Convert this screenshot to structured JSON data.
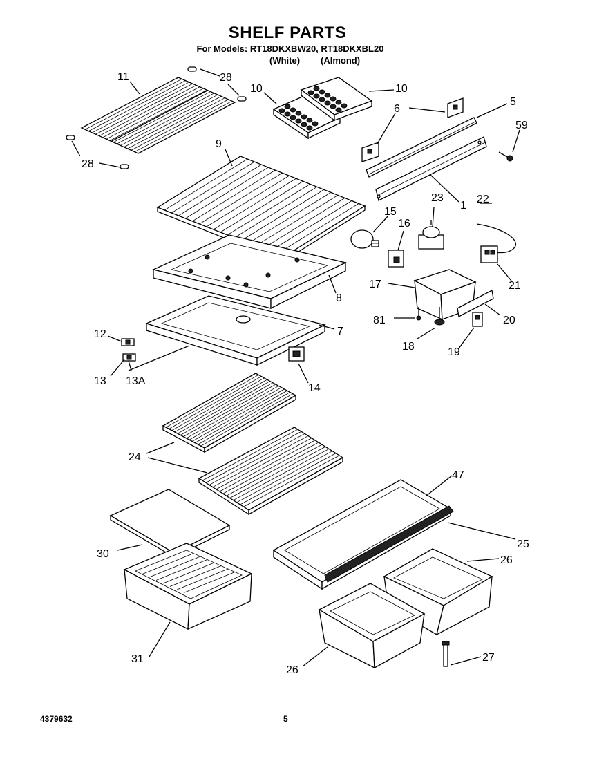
{
  "header": {
    "title": "SHELF PARTS",
    "models_line": "For Models: RT18DKXBW20, RT18DKXBL20",
    "color_white": "(White)",
    "color_almond": "(Almond)"
  },
  "footer": {
    "doc_number": "4379632",
    "page_number": "5"
  },
  "callouts": [
    {
      "id": "11",
      "text": "11"
    },
    {
      "id": "28a",
      "text": "28"
    },
    {
      "id": "28b",
      "text": "28"
    },
    {
      "id": "10a",
      "text": "10"
    },
    {
      "id": "10b",
      "text": "10"
    },
    {
      "id": "6",
      "text": "6"
    },
    {
      "id": "5",
      "text": "5"
    },
    {
      "id": "59",
      "text": "59"
    },
    {
      "id": "9",
      "text": "9"
    },
    {
      "id": "1",
      "text": "1"
    },
    {
      "id": "22",
      "text": "22"
    },
    {
      "id": "15",
      "text": "15"
    },
    {
      "id": "23",
      "text": "23"
    },
    {
      "id": "16",
      "text": "16"
    },
    {
      "id": "8",
      "text": "8"
    },
    {
      "id": "17",
      "text": "17"
    },
    {
      "id": "21",
      "text": "21"
    },
    {
      "id": "20",
      "text": "20"
    },
    {
      "id": "81",
      "text": "81"
    },
    {
      "id": "7",
      "text": "7"
    },
    {
      "id": "18",
      "text": "18"
    },
    {
      "id": "19",
      "text": "19"
    },
    {
      "id": "12",
      "text": "12"
    },
    {
      "id": "13",
      "text": "13"
    },
    {
      "id": "13A",
      "text": "13A"
    },
    {
      "id": "14",
      "text": "14"
    },
    {
      "id": "24",
      "text": "24"
    },
    {
      "id": "47",
      "text": "47"
    },
    {
      "id": "25",
      "text": "25"
    },
    {
      "id": "30",
      "text": "30"
    },
    {
      "id": "26a",
      "text": "26"
    },
    {
      "id": "26b",
      "text": "26"
    },
    {
      "id": "31",
      "text": "31"
    },
    {
      "id": "27",
      "text": "27"
    }
  ]
}
